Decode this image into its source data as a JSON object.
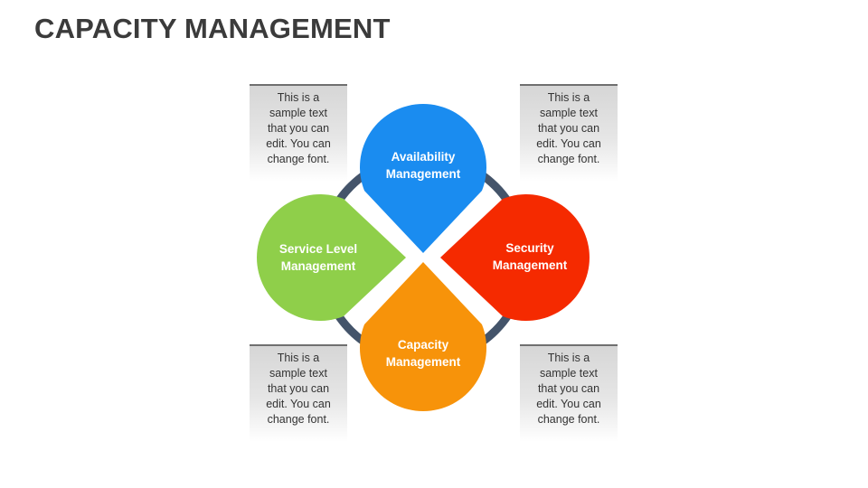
{
  "title": "CAPACITY MANAGEMENT",
  "colors": {
    "availability": "#1a8cf0",
    "security": "#f52a00",
    "capacity": "#f7930a",
    "service_level": "#8fcf4a",
    "ring": "#44546a",
    "note_border": "#6f6f6f"
  },
  "petals": {
    "availability": {
      "line1": "Availability",
      "line2": "Management"
    },
    "security": {
      "line1": "Security",
      "line2": "Management"
    },
    "capacity": {
      "line1": "Capacity",
      "line2": "Management"
    },
    "service_level": {
      "line1": "Service Level",
      "line2": "Management"
    }
  },
  "notes": {
    "top_left": "This is a sample text that you can edit. You can change font.",
    "top_right": "This is a sample text that you can edit. You can change font.",
    "bottom_left": "This is a sample text that you can edit. You can change font.",
    "bottom_right": "This is a sample text that you can edit. You can change font."
  }
}
